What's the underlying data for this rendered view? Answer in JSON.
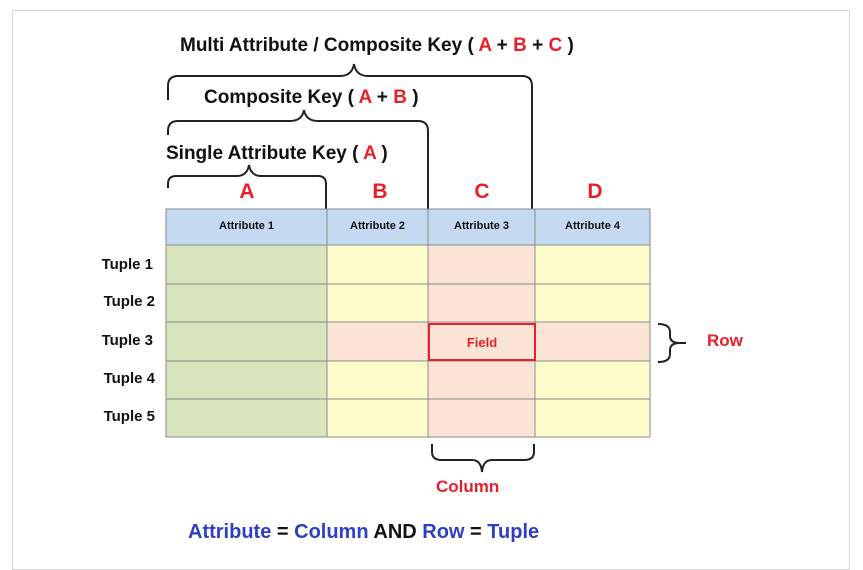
{
  "titles": {
    "multi_prefix": "Multi Attribute / Composite Key ( ",
    "multi_suffix": " )",
    "composite_prefix": "Composite Key ( ",
    "composite_suffix": " )",
    "single_prefix": "Single Attribute Key ( ",
    "single_suffix": " )",
    "key_a": "A",
    "key_b": "B",
    "key_c": "C",
    "plus": " + "
  },
  "columns": [
    {
      "letter": "A",
      "header": "Attribute 1"
    },
    {
      "letter": "B",
      "header": "Attribute 2"
    },
    {
      "letter": "C",
      "header": "Attribute 3"
    },
    {
      "letter": "D",
      "header": "Attribute 4"
    }
  ],
  "tuples": [
    "Tuple 1",
    "Tuple 2",
    "Tuple 3",
    "Tuple 4",
    "Tuple 5"
  ],
  "field_label": "Field",
  "row_label": "Row",
  "column_label": "Column",
  "bottom": {
    "attribute": "Attribute",
    "eq1": " = ",
    "column": "Column",
    "and": " AND ",
    "row": "Row",
    "eq2": " = ",
    "tuple": "Tuple"
  },
  "colors": {
    "header_fill": "#c5d9f1",
    "col_a_fill": "#d7e4bc",
    "col_bd_fill": "#fdfdcb",
    "col_c_fill": "#fbe4d5",
    "row_highlight_fill": "#fbe4d5",
    "accent_red": "#e8202a",
    "accent_blue": "#2f3fc2"
  }
}
